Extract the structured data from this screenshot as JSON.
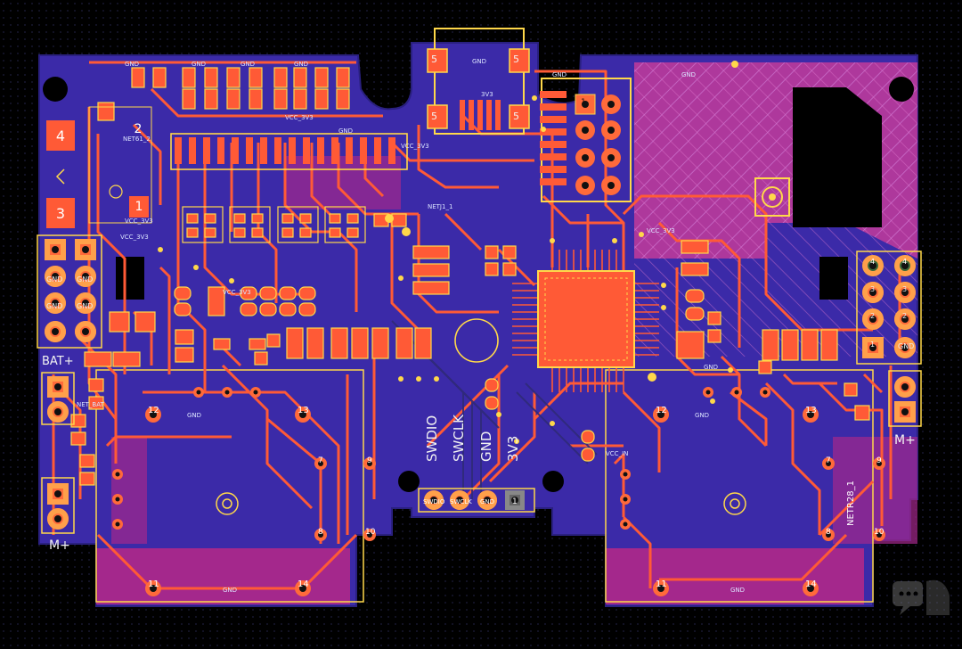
{
  "board": {
    "colors": {
      "background": "#000000",
      "board_fill": "#3b2aa8",
      "copper_top": "#ff5a36",
      "silkscreen": "#ffd84a",
      "zone_magenta": "#a4288c"
    }
  },
  "connectors": {
    "battery_label": "BAT+",
    "motor_left_label": "M+",
    "motor_right_label": "M+",
    "swd_pins": [
      "SWDIO",
      "SWCLK",
      "GND",
      "3V3"
    ],
    "swd_small_labels": [
      "SWDIO",
      "SWCLK",
      "GND",
      "1"
    ],
    "switch_pads": [
      "4",
      "2",
      "1",
      "3"
    ],
    "right_header_top": [
      "4",
      "4"
    ],
    "right_header_mid": [
      "3",
      "3"
    ],
    "right_header_low": [
      "2",
      "2"
    ],
    "right_header_bottom": [
      "1",
      "GND"
    ],
    "left_header_labels": [
      "GND",
      "GND",
      "GND",
      "GND"
    ]
  },
  "net_labels": {
    "gnd": "GND",
    "vcc_3v3": "VCC_3V3",
    "netr28": "NETR28_1",
    "vcc_in": "VCC_IN",
    "net_bat": "NET_BAT",
    "net61": "NET61_2",
    "r3v3": "3V3",
    "netj1": "NETJ1_1"
  },
  "joystick_pins": {
    "left": [
      "12",
      "13",
      "11",
      "14",
      "7",
      "9",
      "8",
      "10"
    ],
    "right": [
      "12",
      "13",
      "11",
      "14",
      "7",
      "9",
      "8",
      "10"
    ]
  },
  "usb": {
    "pad_labels": [
      "5",
      "5",
      "5",
      "5"
    ],
    "gnd_label": "GND"
  },
  "header_jumper": {
    "pin_label": "1"
  }
}
